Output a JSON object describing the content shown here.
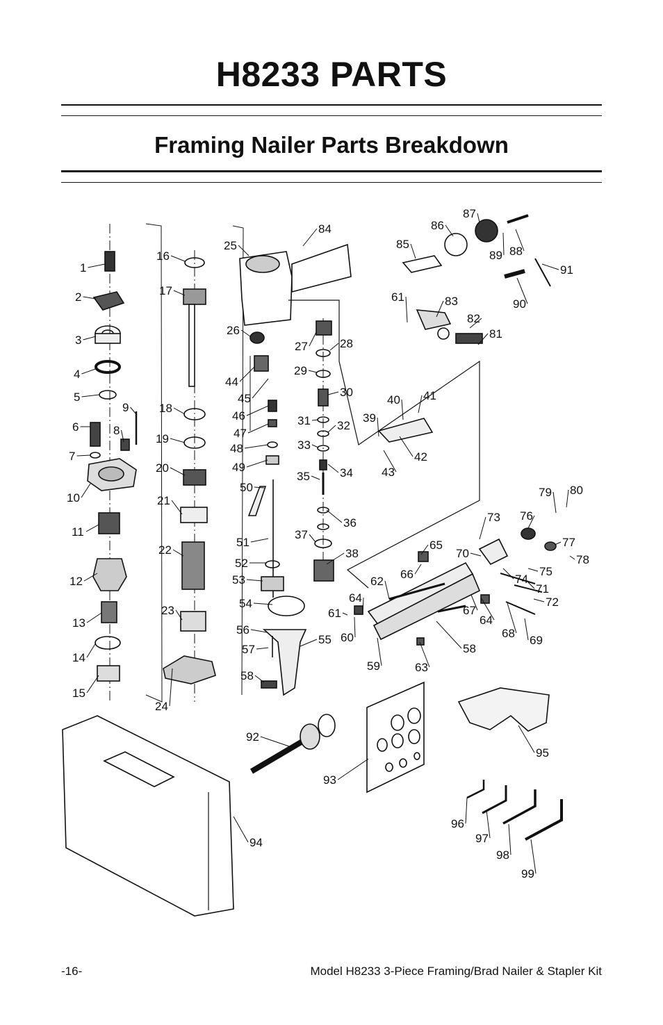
{
  "page": {
    "title": "H8233 PARTS",
    "subtitle": "Framing Nailer Parts Breakdown",
    "page_number": "-16-",
    "footer_model": "Model H8233  3-Piece Framing/Brad Nailer & Stapler Kit"
  },
  "diagram": {
    "part_numbers": [
      "1",
      "2",
      "3",
      "4",
      "5",
      "6",
      "7",
      "8",
      "9",
      "10",
      "11",
      "12",
      "13",
      "14",
      "15",
      "16",
      "17",
      "18",
      "19",
      "20",
      "21",
      "22",
      "23",
      "24",
      "25",
      "26",
      "27",
      "28",
      "29",
      "30",
      "31",
      "32",
      "33",
      "34",
      "35",
      "36",
      "37",
      "38",
      "39",
      "40",
      "41",
      "42",
      "43",
      "44",
      "45",
      "46",
      "47",
      "48",
      "49",
      "50",
      "51",
      "52",
      "53",
      "54",
      "55",
      "56",
      "57",
      "58",
      "59",
      "60",
      "61",
      "62",
      "63",
      "64",
      "65",
      "66",
      "67",
      "68",
      "69",
      "70",
      "71",
      "72",
      "73",
      "74",
      "75",
      "76",
      "77",
      "78",
      "79",
      "80",
      "81",
      "82",
      "83",
      "84",
      "85",
      "86",
      "87",
      "88",
      "89",
      "90",
      "91",
      "92",
      "93",
      "94",
      "95",
      "96",
      "97",
      "98",
      "99"
    ],
    "repeated_labels": {
      "l58b": "58",
      "l61b": "61",
      "l64b": "64"
    }
  }
}
